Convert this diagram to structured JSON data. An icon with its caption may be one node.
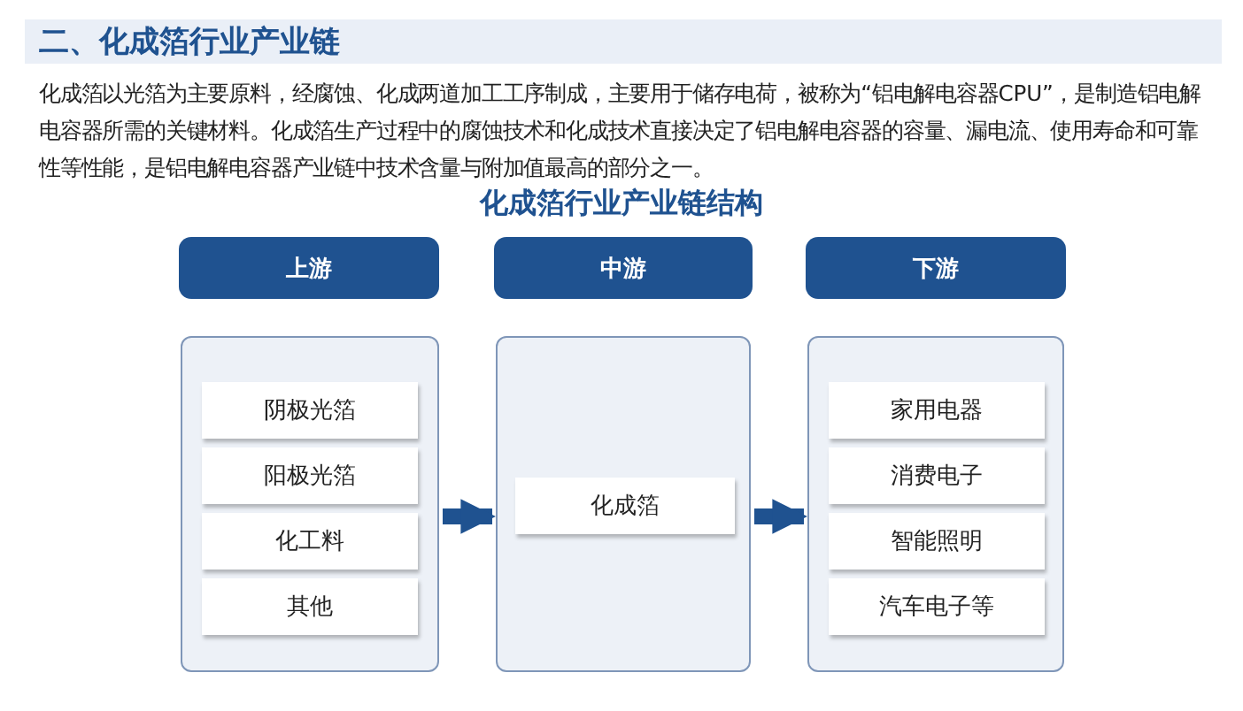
{
  "diagram": {
    "title": "二、化成箔行业产业链",
    "nodes": [
      {
        "text": [
          "上游"
        ]
      },
      {
        "text": [
          "中游"
        ]
      },
      {
        "text": [
          "下游"
        ]
      },
      {
        "text": [],
        "shape": "box"
      },
      {
        "text": [
          "阴极光箔"
        ],
        "in": 3
      },
      {
        "text": [
          "阳极光箔"
        ],
        "in": 3
      },
      {
        "text": [
          "化工料"
        ],
        "in": 3
      },
      {
        "text": [
          "其他"
        ],
        "in": 3
      },
      {
        "text": [],
        "shape": "box"
      },
      {
        "text": [
          "化成箔"
        ],
        "in": 8
      },
      {
        "text": [],
        "shape": "box"
      },
      {
        "text": [
          "家用电器"
        ],
        "in": 10
      },
      {
        "text": [
          "消费电子"
        ],
        "in": 10
      },
      {
        "text": [
          "智能照明"
        ],
        "in": 10
      },
      {
        "text": [
          "汽车电子等"
        ],
        "in": 10
      }
    ],
    "edges": [
      {
        "from": 3,
        "to": 8,
        "arrow": "to"
      },
      {
        "from": 8,
        "to": 10,
        "arrow": "to"
      }
    ],
    "labels": [
      "化成箔以光箔为主要原料，经腐蚀、化成两道加工工序制成，主要用于储存电荷，被称为“铝电解电容器CPU”，是制造铝电解电容器所需的关键材料。化成箔生产过程中的腐蚀技术和化成技术直接决定了铝电解电容器的容量、漏电流、使用寿命和可靠性等性能，是铝电解电容器产业链中技术含量与附加值最高的部分之一。",
      "化成箔行业产业链结构"
    ]
  }
}
